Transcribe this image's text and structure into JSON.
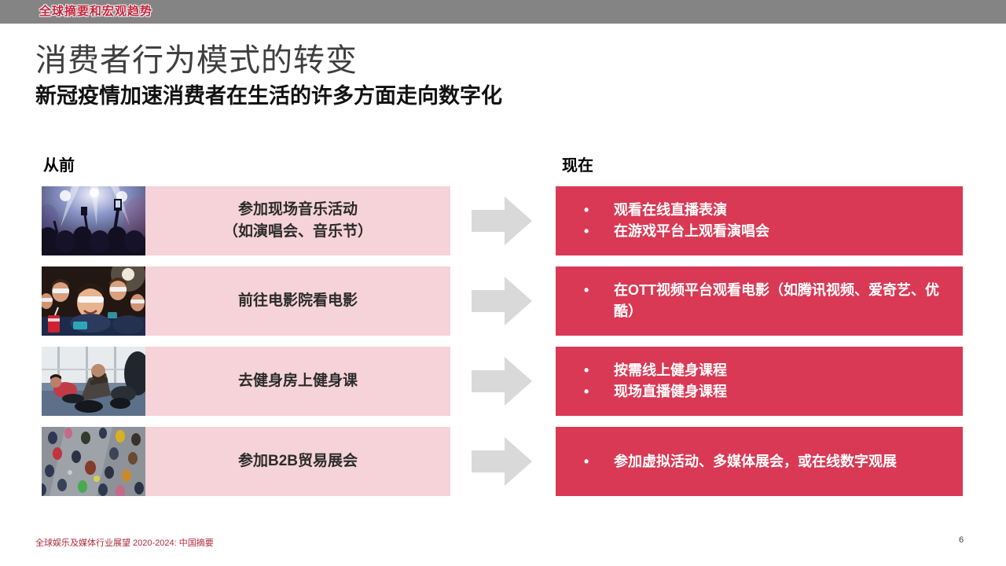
{
  "page": {
    "topbar_tag": "全球摘要和宏观趋势",
    "title": "消费者行为模式的转变",
    "subtitle": "新冠疫情加速消费者在生活的许多方面走向数字化",
    "col_before": "从前",
    "col_after": "现在",
    "footer_left": "全球娱乐及媒体行业展望 2020-2024: 中国摘要",
    "page_number": "6"
  },
  "rows": [
    {
      "photo": "concert-crowd",
      "before": [
        "参加现场音乐活动",
        "（如演唱会、音乐节）"
      ],
      "after": [
        "观看在线直播表演",
        "在游戏平台上观看演唱会"
      ]
    },
    {
      "photo": "cinema-audience",
      "before": [
        "前往电影院看电影"
      ],
      "after": [
        "在OTT视频平台观看电影（如腾讯视频、爱奇艺、优酷）"
      ]
    },
    {
      "photo": "gym-class",
      "before": [
        "去健身房上健身课"
      ],
      "after": [
        "按需线上健身课程",
        "现场直播健身课程"
      ]
    },
    {
      "photo": "trade-show",
      "before": [
        "参加B2B贸易展会"
      ],
      "after": [
        "参加虚拟活动、多媒体展会，或在线数字观展"
      ]
    }
  ],
  "colors": {
    "accent_rose": "#d93954",
    "light_pink": "#f5d3d9",
    "bar_gray": "#848484",
    "arrow_gray": "#d9d9d9",
    "tag_red": "#c2253a"
  }
}
